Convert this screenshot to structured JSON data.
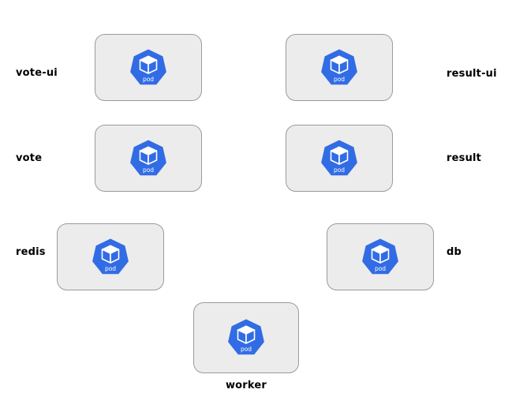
{
  "diagram": {
    "name": "kubernetes-pods-diagram",
    "pod_badge": "pod"
  },
  "colors": {
    "pod_blue": "#326CE5",
    "node_fill": "#ececec",
    "node_border": "#9b9b9b",
    "label_text": "#000000",
    "canvas_bg": "#ffffff"
  },
  "nodes": [
    {
      "id": "vote-ui",
      "label": "vote-ui",
      "icon": "kubernetes-pod-icon"
    },
    {
      "id": "result-ui",
      "label": "result-ui",
      "icon": "kubernetes-pod-icon"
    },
    {
      "id": "vote",
      "label": "vote",
      "icon": "kubernetes-pod-icon"
    },
    {
      "id": "result",
      "label": "result",
      "icon": "kubernetes-pod-icon"
    },
    {
      "id": "redis",
      "label": "redis",
      "icon": "kubernetes-pod-icon"
    },
    {
      "id": "db",
      "label": "db",
      "icon": "kubernetes-pod-icon"
    },
    {
      "id": "worker",
      "label": "worker",
      "icon": "kubernetes-pod-icon"
    }
  ]
}
